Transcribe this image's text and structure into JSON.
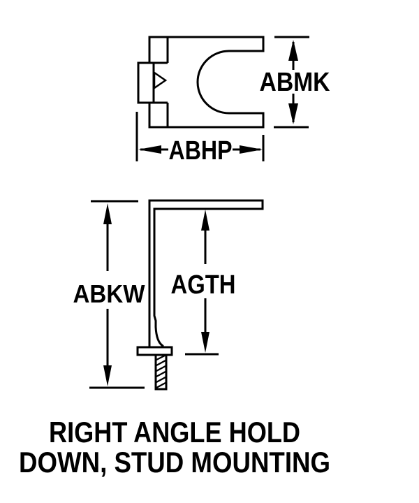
{
  "page": {
    "background_color": "#ffffff",
    "line_color": "#000000"
  },
  "figure": {
    "type": "engineering-line-drawing",
    "caption": {
      "line1": "RIGHT ANGLE HOLD",
      "line2": "DOWN, STUD MOUNTING"
    },
    "top_view": {
      "description": "plan view of C-shaped hold down clamp with left locating tab and arrow mark",
      "dimensions": {
        "height_label": "ABMK",
        "width_label": "ABHP"
      }
    },
    "side_view": {
      "description": "side profile of right angle bracket with flange foot and threaded mounting stud",
      "dimensions": {
        "overall_height_label": "ABKW",
        "grip_height_label": "AGTH"
      }
    }
  }
}
